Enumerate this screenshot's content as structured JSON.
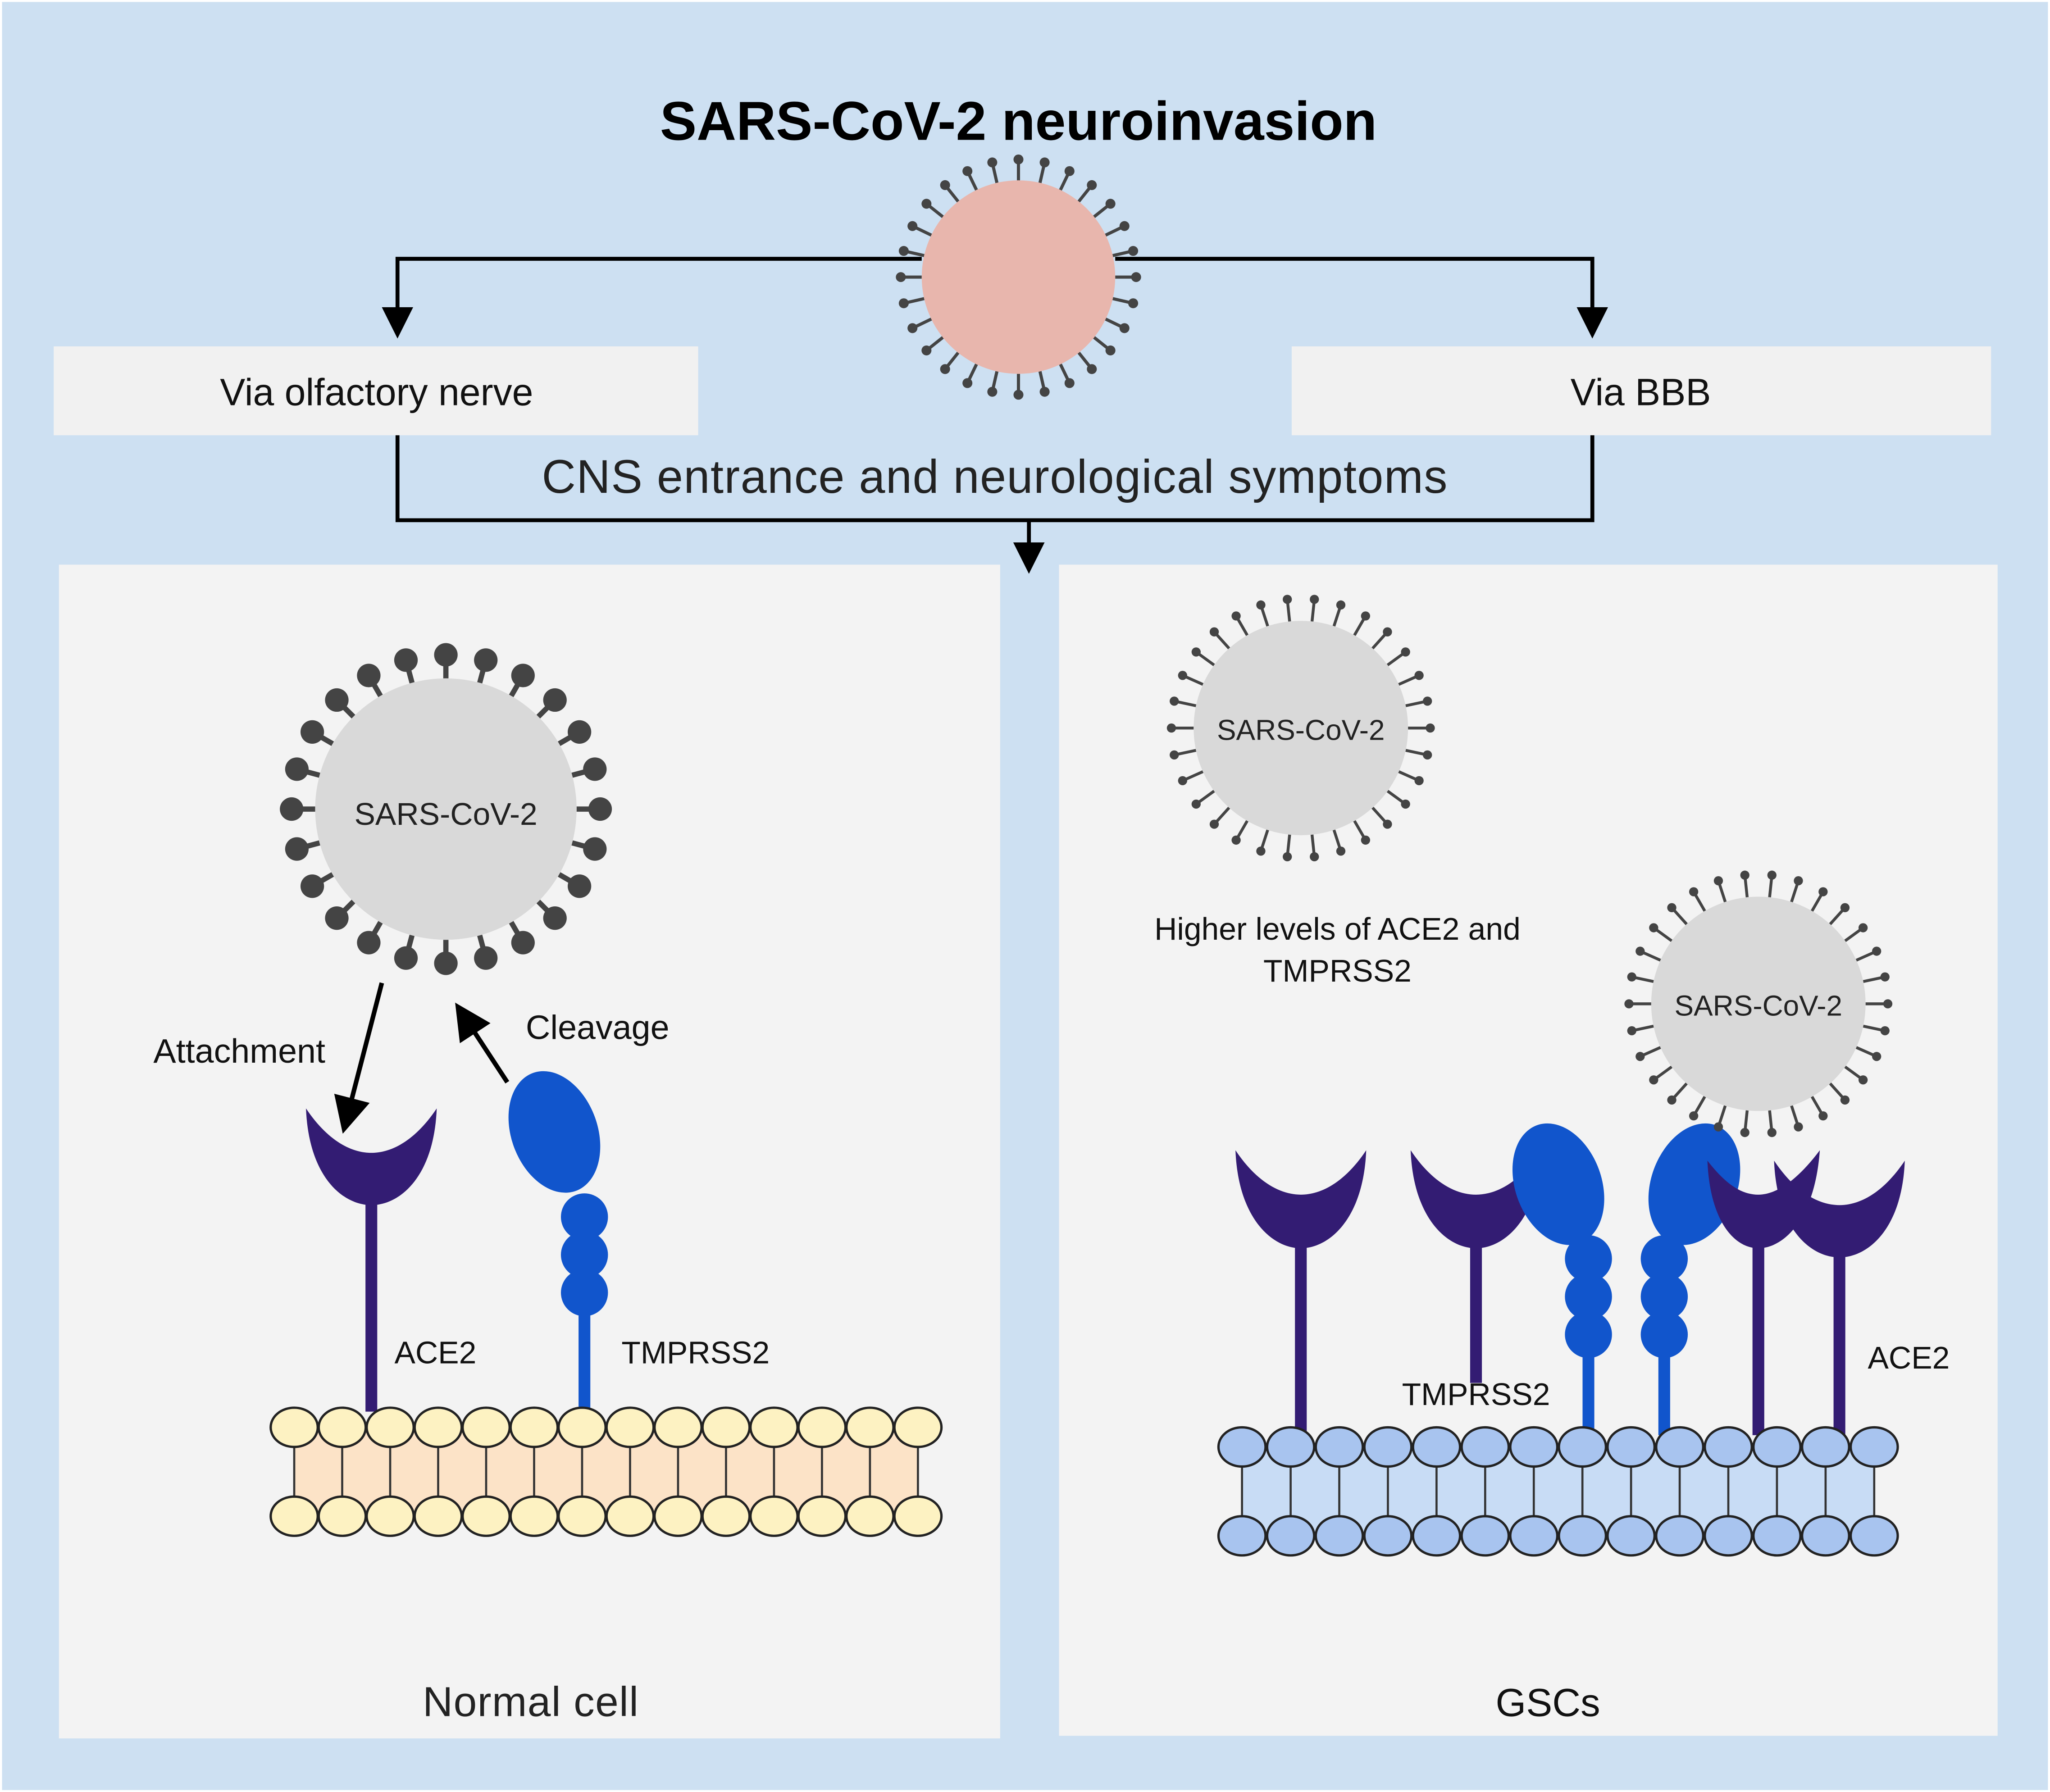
{
  "title": "SARS-CoV-2 neuroinvasion",
  "routes": {
    "left": "Via olfactory nerve",
    "right": "Via BBB",
    "outcome": "CNS entrance and neurological symptoms"
  },
  "normal_panel": {
    "label": "Normal cell",
    "virus_label": "SARS-CoV-2",
    "attachment": "Attachment",
    "cleavage": "Cleavage",
    "ace2": "ACE2",
    "tmprss2": "TMPRSS2"
  },
  "gsc_panel": {
    "label": "GSCs",
    "virus_label_1": "SARS-CoV-2",
    "virus_label_2": "SARS-CoV-2",
    "note_line1": "Higher levels of ACE2 and",
    "note_line2": "TMPRSS2",
    "tmprss2": "TMPRSS2",
    "ace2": "ACE2"
  },
  "colors": {
    "background": "#cde0f2",
    "panel": "#f3f3f3",
    "route_box": "#f1f1f1",
    "virus_top": "#e8b6ad",
    "virus_body": "#d9d9d9",
    "spike": "#444444",
    "ace2": "#331c73",
    "tmprss2": "#1155cc",
    "normal_membrane_fill": "#fce3c7",
    "normal_lipid_head": "#fdf2c2",
    "gsc_membrane_fill": "#c8dcf5",
    "gsc_lipid_head": "#a8c4ef"
  }
}
